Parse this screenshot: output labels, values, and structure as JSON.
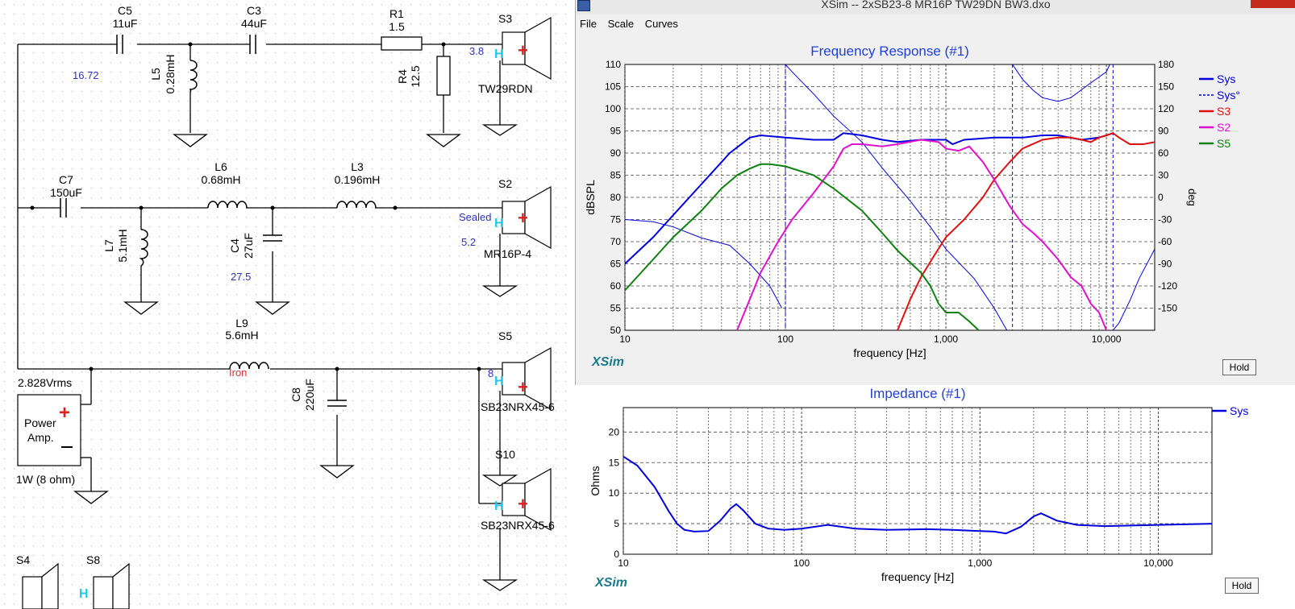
{
  "window": {
    "title": "XSim -- 2xSB23-8 MR16P TW29DN BW3.dxo",
    "menu": [
      "File",
      "Scale",
      "Curves"
    ],
    "brand": "XSim",
    "hold_label": "Hold"
  },
  "schematic": {
    "components": {
      "C5": {
        "name": "C5",
        "value": "11uF"
      },
      "C3": {
        "name": "C3",
        "value": "44uF"
      },
      "R1": {
        "name": "R1",
        "value": "1.5"
      },
      "R4": {
        "name": "R4",
        "value": "12.5"
      },
      "L5": {
        "name": "L5",
        "value": "0.28mH"
      },
      "C7": {
        "name": "C7",
        "value": "150uF"
      },
      "L6": {
        "name": "L6",
        "value": "0.68mH"
      },
      "L3": {
        "name": "L3",
        "value": "0.196mH"
      },
      "L7": {
        "name": "L7",
        "value": "5.1mH"
      },
      "C4": {
        "name": "C4",
        "value": "27uF"
      },
      "L9": {
        "name": "L9",
        "value": "5.6mH"
      },
      "C8": {
        "name": "C8",
        "value": "220uF"
      }
    },
    "annotations": {
      "c5_esr": "16.72",
      "c4_esr": "27.5",
      "l9_core": "Iron",
      "s3_level": "3.8",
      "s2_box": "Sealed",
      "s2_level": "5.2",
      "s5_level": "8"
    },
    "drivers": {
      "S3": {
        "name": "S3",
        "model": "TW29RDN"
      },
      "S2": {
        "name": "S2",
        "model": "MR16P-4"
      },
      "S5": {
        "name": "S5",
        "model": "SB23NRX45-6"
      },
      "S10": {
        "name": "S10",
        "model": "SB23NRX45-6"
      },
      "S4": {
        "name": "S4"
      },
      "S8": {
        "name": "S8"
      }
    },
    "amp": {
      "voltage": "2.828Vrms",
      "label_1": "Power",
      "label_2": "Amp.",
      "power": "1W (8 ohm)"
    }
  },
  "colors": {
    "wire": "#000000",
    "grid_dot": "#b8b8b8",
    "schematic_label_blue": "#3030c0",
    "iron_red": "#e03030",
    "cyan_icon": "#22c8e8",
    "plus_red": "#e02020",
    "sys": "#0000dd",
    "s3": "#e01010",
    "s2": "#e010d0",
    "s5": "#108010",
    "chart_title": "#1f3fd8",
    "brand": "#1a7a8a"
  },
  "chart_data": [
    {
      "type": "line",
      "title": "Frequency Response (#1)",
      "xlabel": "frequency [Hz]",
      "ylabel": "dBSPL",
      "y2label": "deg",
      "xscale": "log",
      "xlim": [
        10,
        20000
      ],
      "ylim": [
        50,
        110
      ],
      "y2lim": [
        -180,
        180
      ],
      "x_ticks": [
        10,
        100,
        1000,
        10000
      ],
      "x_tick_labels": [
        "10",
        "100",
        "1,000",
        "10,000"
      ],
      "y_ticks": [
        110,
        105,
        100,
        95,
        90,
        85,
        80,
        75,
        70,
        65,
        60,
        55,
        50
      ],
      "y2_ticks": [
        180,
        150,
        120,
        90,
        60,
        30,
        0,
        -30,
        -60,
        -90,
        -120,
        -150
      ],
      "grid": true,
      "legend_position": "right",
      "series": [
        {
          "name": "Sys",
          "style": "thick",
          "color": "#0000dd",
          "x": [
            10,
            15,
            20,
            30,
            45,
            60,
            70,
            100,
            150,
            200,
            230,
            300,
            400,
            500,
            700,
            900,
            1000,
            1100,
            1300,
            2000,
            3000,
            4000,
            5000,
            7000,
            9000,
            10000,
            11000
          ],
          "y": [
            65,
            71,
            76,
            83,
            90,
            93.5,
            94,
            93.5,
            93,
            93,
            94.5,
            94,
            93,
            92.5,
            93,
            93,
            93,
            92,
            93,
            93.5,
            93.5,
            94,
            94,
            93,
            93.5,
            94,
            94.5
          ]
        },
        {
          "name": "Sys°",
          "style": "dashed",
          "color": "#0000dd",
          "x": [
            10,
            15,
            20,
            30,
            45,
            60,
            80,
            95,
            100,
            110,
            150,
            200,
            300,
            400,
            600,
            800,
            1000,
            1500,
            2000,
            2400,
            2600,
            3000,
            3500,
            4000,
            5000,
            6000,
            8000,
            10000,
            10500,
            11000,
            12000,
            14000,
            16000,
            20000
          ],
          "y": [
            -30,
            -33,
            -40,
            -55,
            -65,
            -90,
            -120,
            -150,
            180,
            170,
            140,
            110,
            75,
            40,
            -5,
            -40,
            -70,
            -110,
            -150,
            -180,
            180,
            160,
            145,
            135,
            130,
            135,
            155,
            170,
            180,
            -180,
            -170,
            -140,
            -110,
            -70
          ]
        },
        {
          "name": "S3",
          "style": "thick",
          "color": "#e01010",
          "x": [
            500,
            600,
            700,
            850,
            1000,
            1300,
            1700,
            2000,
            2500,
            3000,
            4000,
            5000,
            6000,
            7000,
            8000,
            9000,
            10000,
            11000,
            12000,
            14000,
            17000,
            20000
          ],
          "y": [
            50,
            57,
            62,
            67,
            71,
            75,
            80,
            84,
            88,
            91,
            93,
            93.5,
            93.5,
            93,
            92.5,
            93.5,
            94,
            94.5,
            93.5,
            92,
            92,
            92.5
          ]
        },
        {
          "name": "S2",
          "style": "thick",
          "color": "#e010d0",
          "x": [
            50,
            60,
            70,
            90,
            110,
            150,
            200,
            230,
            260,
            300,
            400,
            500,
            700,
            900,
            1000,
            1200,
            1400,
            1700,
            2000,
            2500,
            3000,
            3500,
            4000,
            5000,
            6000,
            7000,
            8000,
            9000,
            10000
          ],
          "y": [
            50,
            57,
            63,
            70,
            75,
            81,
            87,
            91,
            92,
            92,
            91.5,
            92,
            93,
            92.5,
            91,
            90.5,
            91.5,
            88,
            84,
            78,
            74,
            72,
            70,
            66,
            62,
            60,
            56,
            54,
            50
          ]
        },
        {
          "name": "S5",
          "style": "thick",
          "color": "#108010",
          "x": [
            10,
            15,
            20,
            30,
            40,
            50,
            60,
            70,
            80,
            100,
            150,
            200,
            300,
            400,
            500,
            700,
            800,
            900,
            1000,
            1200,
            1400,
            1600
          ],
          "y": [
            59,
            66,
            71,
            77,
            82,
            85,
            86.5,
            87.5,
            87.5,
            87,
            85,
            82,
            77,
            72,
            68,
            63,
            60,
            56,
            54,
            54,
            52,
            50
          ]
        }
      ]
    },
    {
      "type": "line",
      "title": "Impedance (#1)",
      "xlabel": "frequency [Hz]",
      "ylabel": "Ohms",
      "xscale": "log",
      "xlim": [
        10,
        20000
      ],
      "ylim": [
        0,
        24
      ],
      "x_ticks": [
        10,
        100,
        1000,
        10000
      ],
      "x_tick_labels": [
        "10",
        "100",
        "1,000",
        "10,000"
      ],
      "y_ticks": [
        0,
        5,
        10,
        15,
        20
      ],
      "grid": true,
      "legend_position": "top-right",
      "series": [
        {
          "name": "Sys",
          "color": "#0000dd",
          "x": [
            10,
            12,
            15,
            18,
            20,
            22,
            25,
            30,
            35,
            40,
            43,
            47,
            55,
            65,
            80,
            100,
            140,
            200,
            300,
            500,
            700,
            1000,
            1200,
            1400,
            1700,
            2000,
            2200,
            2700,
            3500,
            5000,
            10000,
            20000
          ],
          "y": [
            16,
            14.5,
            11,
            7,
            5,
            4,
            3.7,
            3.8,
            5.5,
            7.5,
            8.2,
            7.2,
            5,
            4.2,
            4,
            4.2,
            4.8,
            4.2,
            4,
            4.1,
            4,
            3.8,
            3.7,
            3.4,
            4.5,
            6.2,
            6.7,
            5.5,
            4.8,
            4.6,
            4.8,
            5
          ]
        }
      ]
    }
  ]
}
